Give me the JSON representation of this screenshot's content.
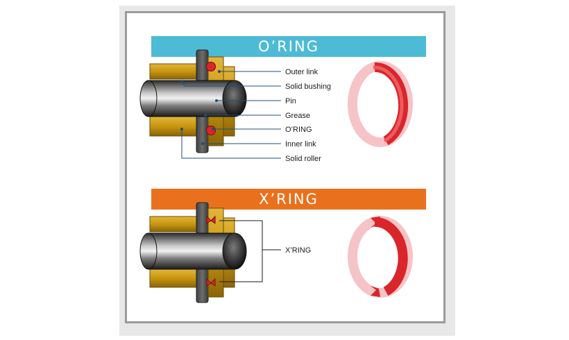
{
  "oring_section": {
    "title": "O’RING",
    "labels": {
      "outer_link": "Outer link",
      "solid_bushing": "Solid bushing",
      "pin": "Pin",
      "grease": "Grease",
      "oring": "O’RING",
      "inner_link": "Inner link",
      "solid_roller": "Solid roller"
    }
  },
  "xring_section": {
    "title": "X’RING",
    "labels": {
      "xring": "X’RING"
    }
  },
  "colors": {
    "oring_banner": "#4dbbd5",
    "xring_banner": "#e9711d",
    "ring_red": "#d8262b",
    "ring_pink": "#f6c3c6",
    "bushing_gold": "#c99a18",
    "leader_line": "#1f4e79"
  }
}
